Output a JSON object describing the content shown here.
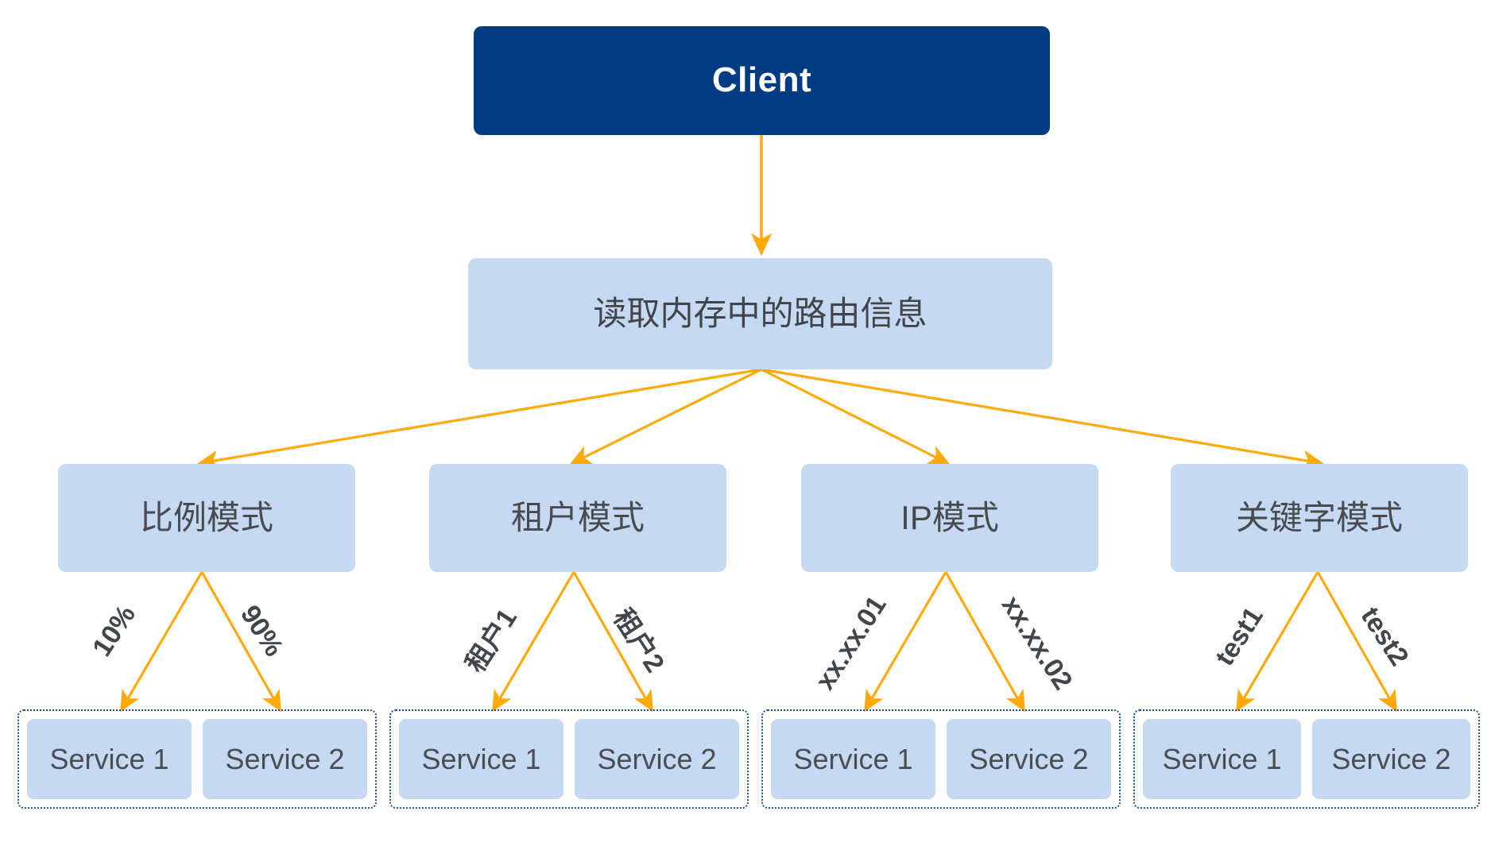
{
  "diagram": {
    "title_node": {
      "label": "Client"
    },
    "router_node": {
      "label": "读取内存中的路由信息"
    },
    "modes": [
      {
        "label": "比例模式"
      },
      {
        "label": "租户模式"
      },
      {
        "label": "IP模式"
      },
      {
        "label": "关键字模式"
      }
    ],
    "service_groups": [
      {
        "services": [
          {
            "label": "Service 1"
          },
          {
            "label": "Service 2"
          }
        ]
      },
      {
        "services": [
          {
            "label": "Service 1"
          },
          {
            "label": "Service 2"
          }
        ]
      },
      {
        "services": [
          {
            "label": "Service 1"
          },
          {
            "label": "Service 2"
          }
        ]
      },
      {
        "services": [
          {
            "label": "Service 1"
          },
          {
            "label": "Service 2"
          }
        ]
      }
    ],
    "edge_labels": {
      "ratio": [
        "10%",
        "90%"
      ],
      "tenant": [
        "租户1",
        "租户2"
      ],
      "ip": [
        "xx.xx.01",
        "xx.xx.02"
      ],
      "keyword": [
        "test1",
        "test2"
      ]
    },
    "colors": {
      "client_fill": "#003B84",
      "client_text": "#FFFFFF",
      "box_fill": "#C5DAF2",
      "box_text": "#474B4F",
      "arrow": "#FFA90A",
      "group_border": "#1F4E91",
      "background": "#FFFFFF"
    }
  }
}
